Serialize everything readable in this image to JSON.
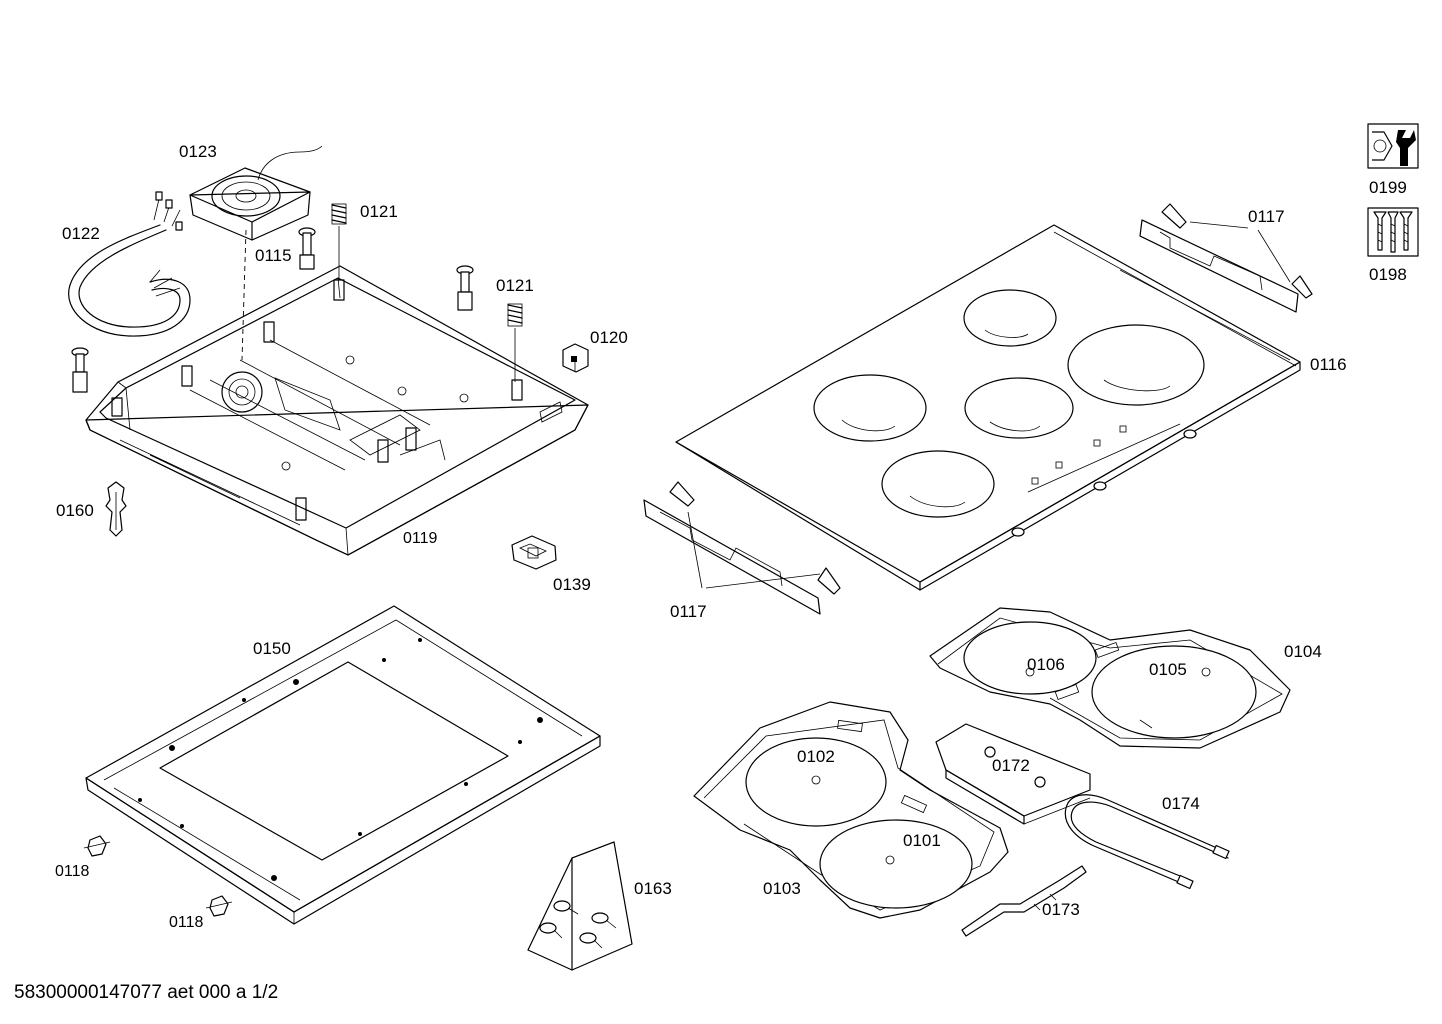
{
  "labels": {
    "p0123": "0123",
    "p0121a": "0121",
    "p0122": "0122",
    "p0115": "0115",
    "p0121b": "0121",
    "p0120": "0120",
    "p0160": "0160",
    "p0119": "0119",
    "p0139": "0139",
    "p0117a": "0117",
    "p0116": "0116",
    "p0117b": "0117",
    "p0199": "0199",
    "p0198": "0198",
    "p0150": "0150",
    "p0104": "0104",
    "p0106": "0106",
    "p0105": "0105",
    "p0102": "0102",
    "p0172": "0172",
    "p0174": "0174",
    "p0101": "0101",
    "p0103": "0103",
    "p0173": "0173",
    "p0163": "0163",
    "p0118a": "0118",
    "p0118b": "0118"
  },
  "footer": "58300000147077 aet 000 a 1/2",
  "icons": [
    "tools-icon",
    "screws-icon"
  ]
}
